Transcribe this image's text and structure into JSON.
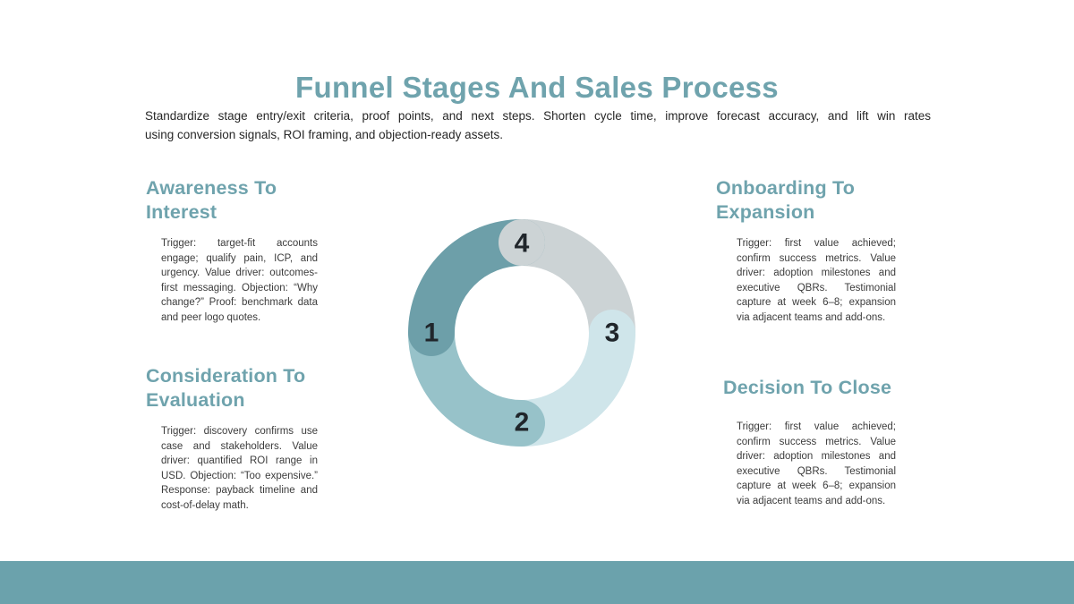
{
  "slide": {
    "title": "Funnel Stages And Sales Process",
    "subtitle_line1": "Standardize stage entry/exit criteria, proof points, and next steps. Shorten cycle time, improve forecast accuracy, and lift win rates",
    "subtitle_line2": "using conversion signals, ROI framing, and objection-ready assets."
  },
  "colors": {
    "accent": "#6fa3ad",
    "footer_bar": "#6ba2ac",
    "segment1": "#6d9fa9",
    "segment2": "#97c2c9",
    "segment3": "#cfe5ea",
    "segment4": "#ccd3d5",
    "number_text": "#20262b",
    "body_text": "#3c3c3c"
  },
  "diagram": {
    "type": "cycle-donut",
    "labels": [
      "1",
      "2",
      "3",
      "4"
    ]
  },
  "stages": [
    {
      "heading": "Awareness To Interest",
      "heading_lines": [
        "Awareness To",
        "Interest"
      ],
      "body": "Trigger: target-fit accounts engage; qualify pain, ICP, and urgency. Value driver: outcomes-first messaging. Objection: “Why change?” Proof: benchmark data and peer logo quotes."
    },
    {
      "heading": "Consideration To Evaluation",
      "heading_lines": [
        "Consideration To",
        "Evaluation"
      ],
      "body": "Trigger: discovery confirms use case and stakeholders. Value driver: quantified ROI range in USD. Objection: “Too expensive.” Response: payback timeline and cost-of-delay math."
    },
    {
      "heading": "Onboarding To Expansion",
      "heading_lines": [
        "Onboarding To",
        "Expansion"
      ],
      "body": "Trigger: first value achieved; confirm success metrics. Value driver: adoption milestones and executive QBRs. Testimonial capture at week 6–8; expansion via adjacent teams and add-ons."
    },
    {
      "heading": "Decision To Close",
      "heading_lines": [
        "Decision To Close"
      ],
      "body": "Trigger: first value achieved; confirm success metrics. Value driver: adoption milestones and executive QBRs. Testimonial capture at week 6–8; expansion via adjacent teams and add-ons."
    }
  ]
}
